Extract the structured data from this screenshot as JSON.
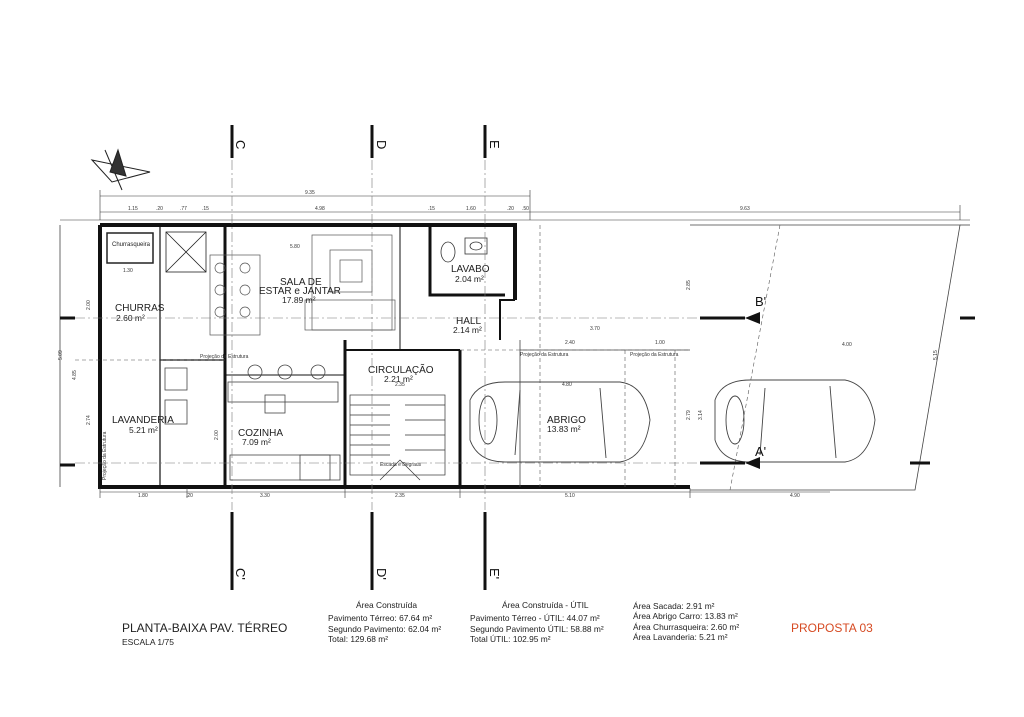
{
  "rooms": {
    "churrasqueira_box": "Churrasqueira",
    "churras": {
      "name": "CHURRAS",
      "area": "2.60 m²"
    },
    "sala": {
      "name1": "SALA DE",
      "name2": "ESTAR e JANTAR",
      "area": "17.89 m²"
    },
    "lavabo": {
      "name": "LAVABO",
      "area": "2.04 m²"
    },
    "hall": {
      "name": "HALL",
      "area": "2.14 m²"
    },
    "circulacao": {
      "name": "CIRCULAÇÃO",
      "area": "2.21 m²"
    },
    "lavanderia": {
      "name": "LAVANDERIA",
      "area": "5.21 m²"
    },
    "cozinha": {
      "name": "COZINHA",
      "area": "7.09 m²"
    },
    "abrigo": {
      "name": "ABRIGO",
      "area": "13.83 m²"
    }
  },
  "sections": {
    "c": "C",
    "d": "D",
    "e": "E",
    "c2": "C'",
    "d2": "D'",
    "e2": "E'",
    "a2": "A'",
    "b2": "B'"
  },
  "dimensions": {
    "total_width": "9.35",
    "right_width": "9.63",
    "d1": "1.15",
    "d2": ".20",
    "d3": ".77",
    "d4": ".15",
    "d5": "4.98",
    "d6": ".15",
    "d7": "1.60",
    "d8": ".20",
    "d9": ".50",
    "b1": "1.80",
    "b2": ".20",
    "b3": "3.30",
    "b4": "2.35",
    "b5": "5.10",
    "b6": "4.90",
    "v1": "5.09",
    "v2": "4.85",
    "v3": "2.74",
    "v4": "2.00",
    "v5": "2.85",
    "v6": "5.15",
    "m1": "3.70",
    "m2": "2.40",
    "m3": "1.00",
    "m4": "4.00",
    "m5": "4.80",
    "small1": "1.30",
    "small2": "5.80",
    "small3": "2.00",
    "small4": "2.35",
    "small5": "2.79",
    "small6": "3.14"
  },
  "notes": {
    "projecao": "Projeção da Estrutura",
    "escada": "Escada e Degraus"
  },
  "title": {
    "main": "PLANTA-BAIXA PAV. TÉRREO",
    "scale": "ESCALA 1/75"
  },
  "areas_construidas": {
    "header": "Área Construída",
    "l1": "Pavimento Térreo: 67.64 m²",
    "l2": "Segundo Pavimento: 62.04 m²",
    "l3": "Total: 129.68 m²"
  },
  "areas_util": {
    "header": "Área Construída - ÚTIL",
    "l1": "Pavimento Térreo - ÚTIL: 44.07 m²",
    "l2": "Segundo Pavimento ÚTIL: 58.88 m²",
    "l3": "Total ÚTIL: 102.95 m²"
  },
  "areas_outras": {
    "l1": "Área Sacada: 2.91 m²",
    "l2": "Área Abrigo Carro: 13.83 m²",
    "l3": "Área Churrasqueira: 2.60 m²",
    "l4": "Área Lavanderia: 5.21 m²"
  },
  "proposal": "PROPOSTA 03",
  "colors": {
    "proposal": "#d64a22",
    "ink": "#222222"
  }
}
